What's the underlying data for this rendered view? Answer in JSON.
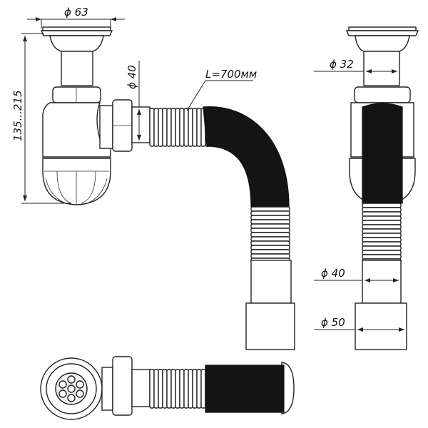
{
  "title": "Bottle sink siphon with flexible corrugated hose — dimensional drawing",
  "views": [
    "front-view",
    "side-view",
    "bottom-view"
  ],
  "dimensions": {
    "flange_diameter": "ϕ 63",
    "outlet_diameter": "ϕ 40",
    "hose_length": "L=700мм",
    "height_range": "135...215",
    "side_inlet_diameter": "ϕ 32",
    "side_outlet_small": "ϕ 40",
    "side_outlet_large": "ϕ 50"
  },
  "colors": {
    "line": "#222222",
    "hose": "#141414"
  }
}
